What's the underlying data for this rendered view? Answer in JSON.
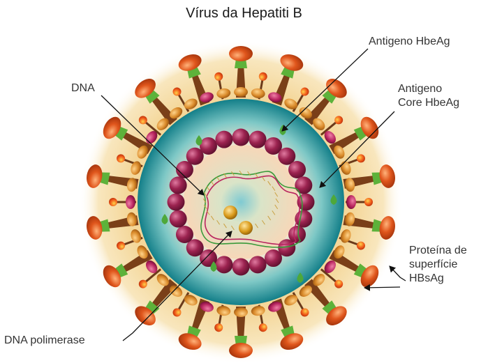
{
  "title": "Vírus da Hepatiti B",
  "labels": {
    "dna": "DNA",
    "antigen_hbeag": "Antigeno HbeAg",
    "antigen_core_line1": "Antigeno",
    "antigen_core_line2": "Core HbeAg",
    "protein_line1": "Proteína de",
    "protein_line2": "superfície",
    "protein_line3": "HBsAg",
    "dna_polymerase": "DNA polimerase"
  },
  "colors": {
    "outer_halo": "#f2c14e",
    "envelope": "#f4d79a",
    "teal_ring": "#1c9aa2",
    "core_inner": "#f6dcc0",
    "capsomere": "#8e1f47",
    "spike_cap": "#e0561c",
    "spike_stem": "#8a4a1e",
    "spike_neck": "#5db23a",
    "lipid_orange": "#d98a2a",
    "lipid_magenta": "#b8245f",
    "antigen_green": "#4ea83a",
    "polymerase": "#d99a1a",
    "dna_green": "#3a9a3a",
    "dna_pink": "#b8245f"
  }
}
